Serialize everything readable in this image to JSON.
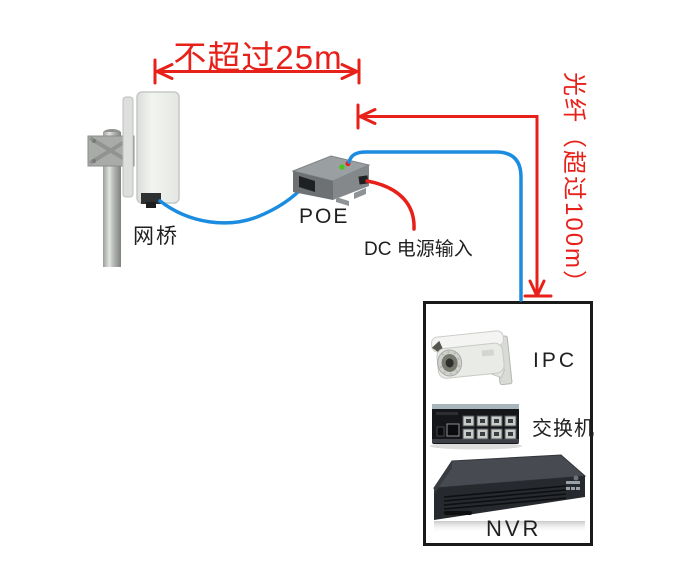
{
  "diagram": {
    "title_hint": "wireless bridge + POE + fiber surveillance topology",
    "background": "#ffffff",
    "colors": {
      "annotation_red": "#e8201a",
      "cable_blue": "#1b8ce0",
      "box_border": "#1a1a1a",
      "label_black": "#1f1f1f"
    },
    "annotations": {
      "distance_label": "不超过25m",
      "fiber_label": "光纤（超过100m）",
      "dc_input_label": "DC 电源输入"
    },
    "devices": {
      "bridge": {
        "label": "网桥"
      },
      "poe": {
        "label": "POE"
      },
      "ipc": {
        "label": "IPC"
      },
      "switch": {
        "label": "交换机"
      },
      "nvr": {
        "label": "NVR"
      }
    }
  }
}
